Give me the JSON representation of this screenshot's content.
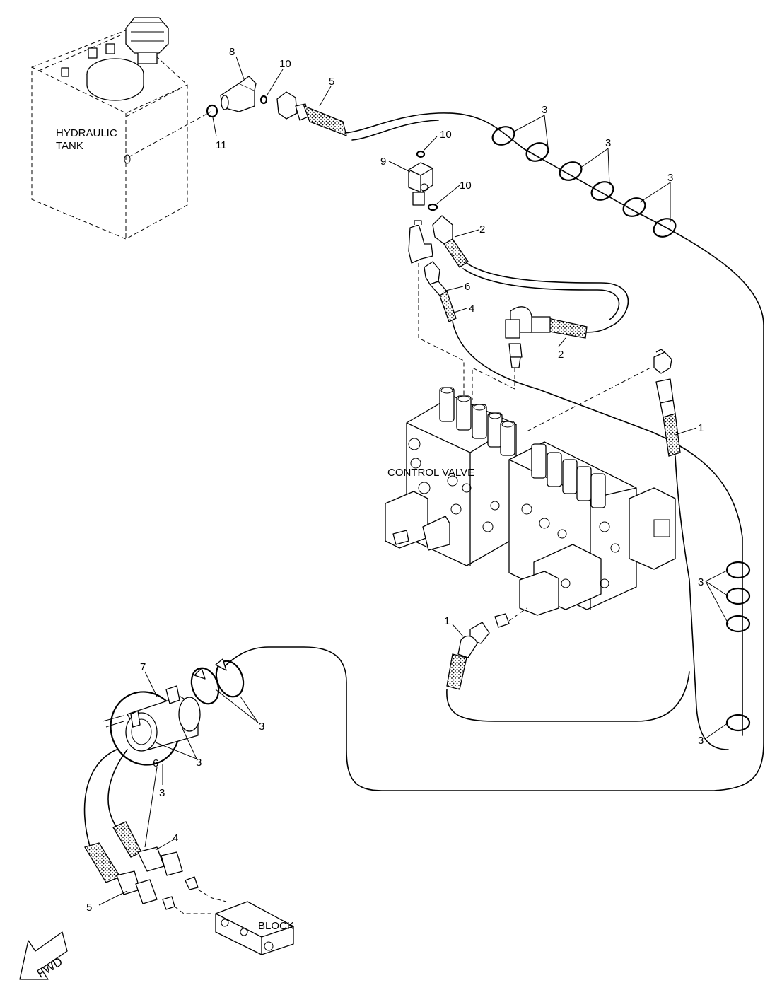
{
  "labels": {
    "tank": [
      "HYDRAULIC",
      "TANK"
    ],
    "control_valve": "CONTROL  VALVE",
    "block": "BLOCK",
    "fwd": "FWD"
  },
  "callouts": {
    "c1a": "1",
    "c1b": "1",
    "c2a": "2",
    "c2b": "2",
    "c3a": "3",
    "c3b": "3",
    "c3c": "3",
    "c3d": "3",
    "c3e": "3",
    "c3f": "3",
    "c3g": "3",
    "c3h": "3",
    "c4a": "4",
    "c4b": "4",
    "c5a": "5",
    "c5b": "5",
    "c6a": "6",
    "c6b": "6",
    "c7": "7",
    "c8": "8",
    "c9": "9",
    "c10a": "10",
    "c10b": "10",
    "c10c": "10",
    "c11": "11"
  }
}
